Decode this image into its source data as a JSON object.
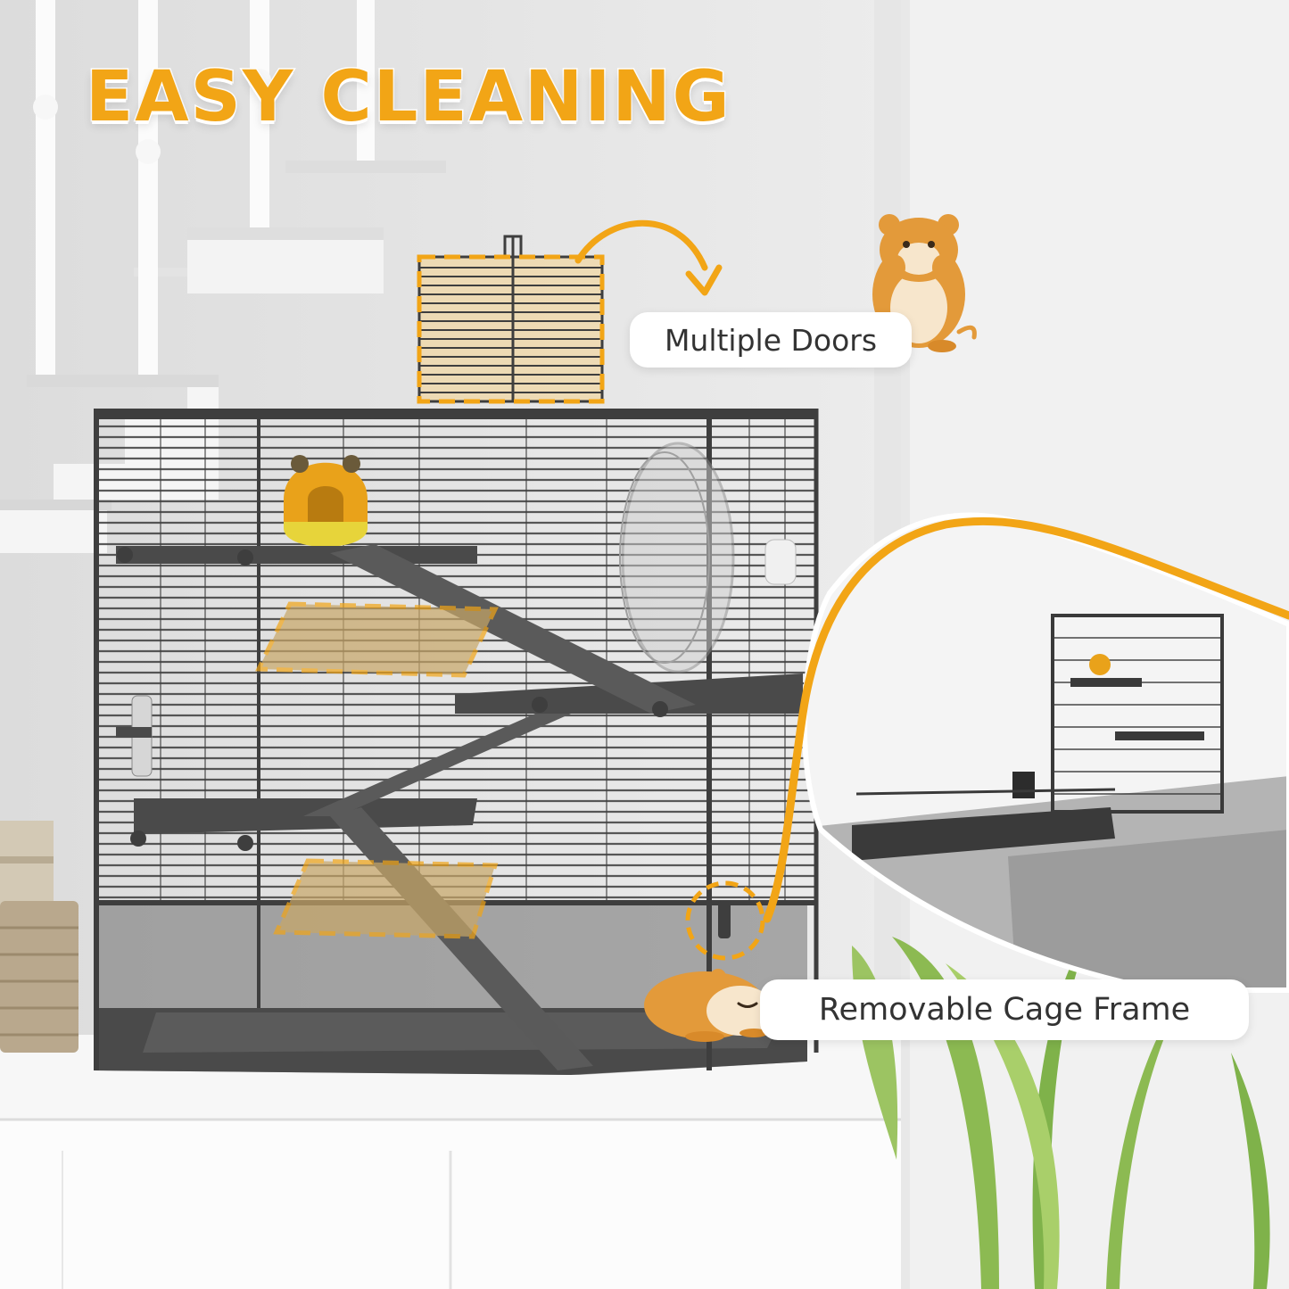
{
  "headline": "EASY CLEANING",
  "callouts": {
    "doors": "Multiple Doors",
    "frame": "Removable Cage Frame"
  },
  "colors": {
    "accent_orange": "#f2a516",
    "cage_frame": "#3e3e3e",
    "wall": "#ededed",
    "counter": "#f7f7f7",
    "plant_green": "#8cba52",
    "rug": "#a7a7a7"
  },
  "icons": {
    "hamster_sitting": "hamster-sitting-icon",
    "hamster_sleeping": "hamster-sleeping-icon",
    "curved_arrow": "curved-arrow-icon"
  }
}
